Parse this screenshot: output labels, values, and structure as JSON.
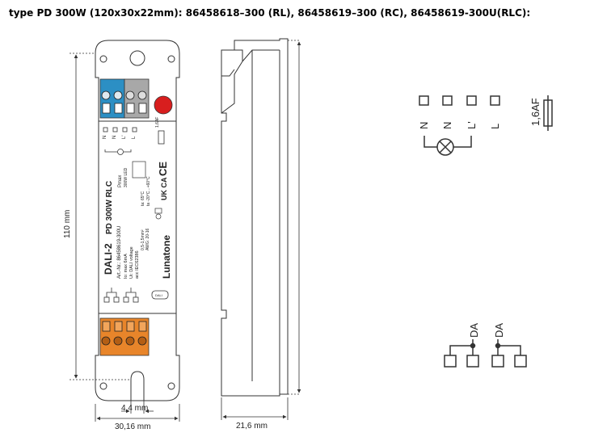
{
  "heading": "type PD 300W (120x30x22mm): 86458618–300 (RL), 86458619–300 (RC), 86458619-300U(RLC):",
  "dimensions": {
    "height": "110 mm",
    "slot_width": "4,4 mm",
    "body_width": "30,16 mm",
    "depth": "21,6 mm"
  },
  "device": {
    "model_line1": "DALI-2",
    "model_line2": "PD 300W RLC",
    "art_nr": "Art.-Nr.: 86458619-300U",
    "io": "Io: max 6mA",
    "ui": "Ui: DALI voltage",
    "iec": "acc IEC62386",
    "brand": "Lunatone",
    "pmax": "Pmax",
    "pmax_val": "300W LED",
    "ta1": "ta: 65°C",
    "ta2": "ta -20°C...+60°C",
    "ukca": "UK CA",
    "ce": "CE",
    "wire1": "0,5-1,5mm²",
    "wire2": "AWG: 20-16",
    "fuse_small": "1,6AF",
    "terminals_small": [
      "N",
      "N",
      "L'",
      "L"
    ],
    "dali_badge": "DALI"
  },
  "wiring": {
    "terminals": [
      "N",
      "N",
      "L'",
      "L"
    ],
    "fuse": "1,6AF",
    "bus_left": "DA",
    "bus_right": "DA"
  }
}
